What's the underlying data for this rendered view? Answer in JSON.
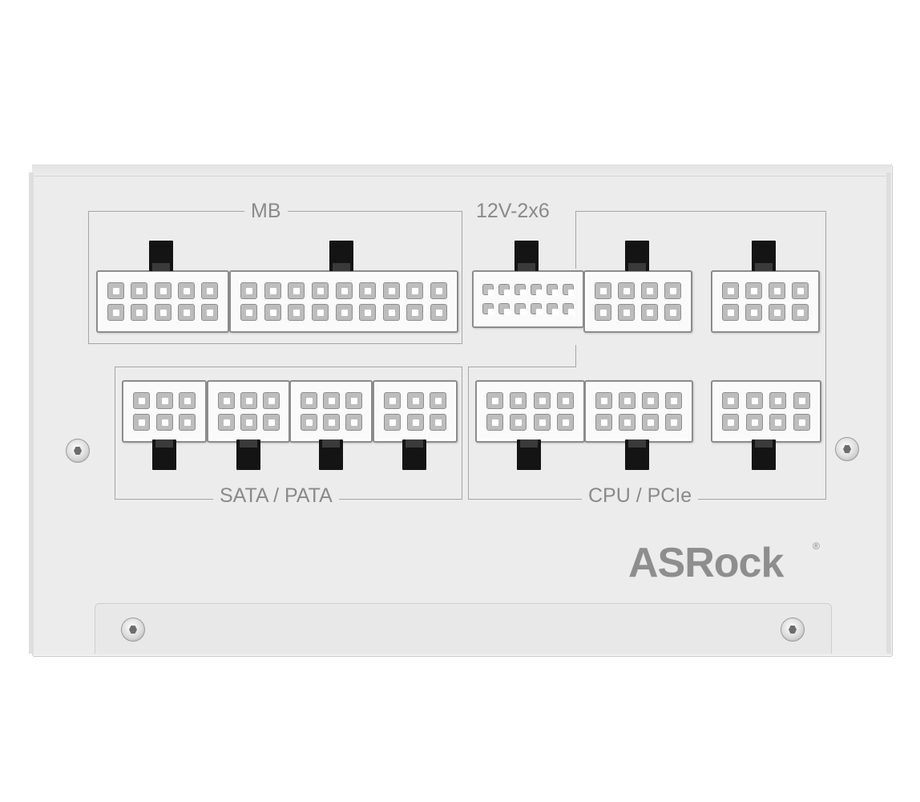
{
  "labels": {
    "mb": "MB",
    "v12": "12V-2x6",
    "sata": "SATA / PATA",
    "cpu": "CPU / PCIe"
  },
  "brand": {
    "logo_text": "ASRock",
    "registered_mark": "®"
  },
  "colors": {
    "panel": "#ececec",
    "connector": "#fafafa",
    "latch": "#141414",
    "label": "#8a8a8a"
  }
}
